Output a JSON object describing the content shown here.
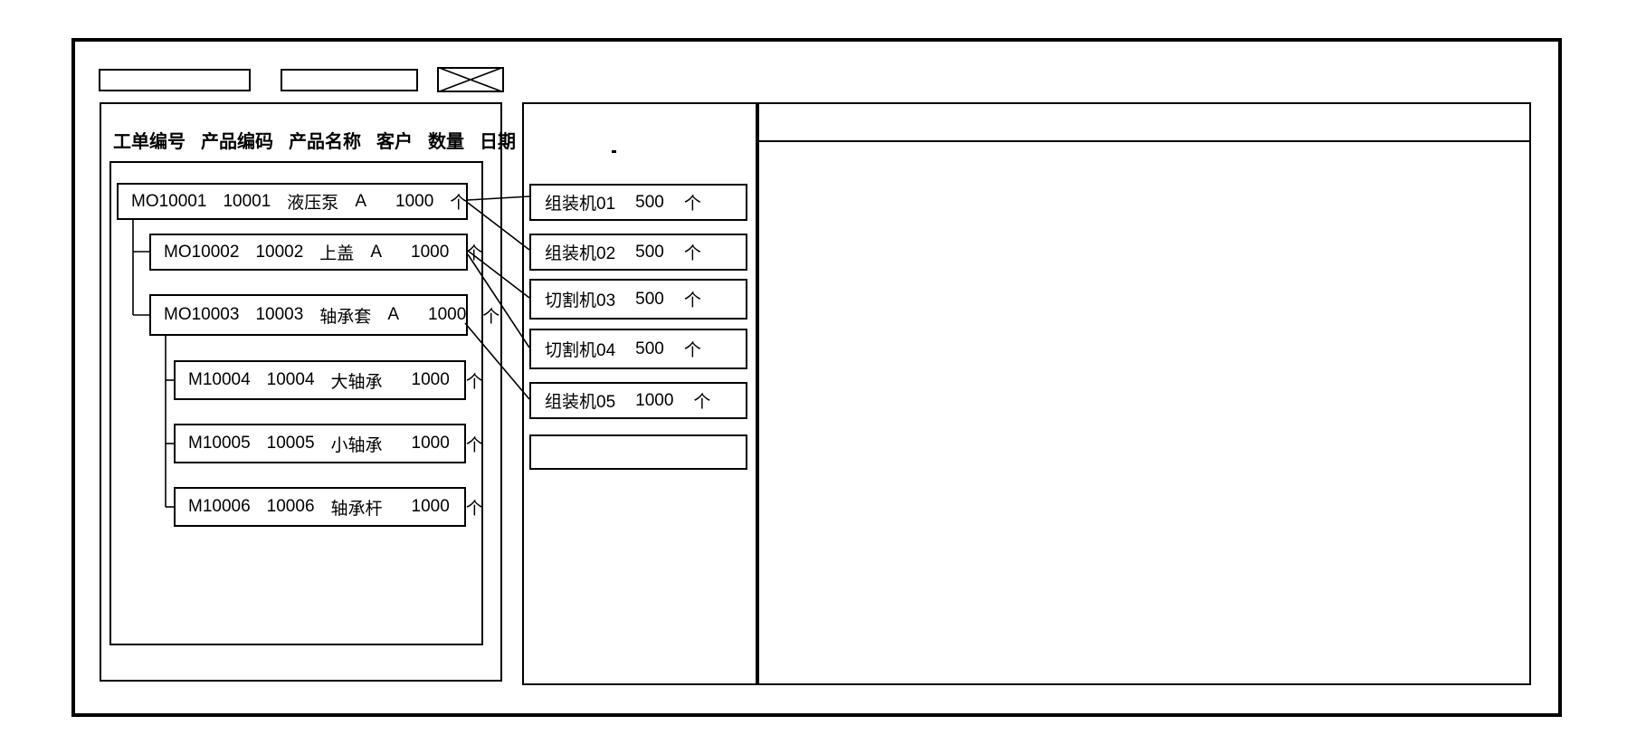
{
  "colors": {
    "line": "#000000",
    "background": "#ffffff"
  },
  "toolbar": {
    "field1": "",
    "field2": "",
    "image_placeholder": "x-box"
  },
  "left_panel": {
    "headers": [
      "工单编号",
      "产品编码",
      "产品名称",
      "客户",
      "数量",
      "日期"
    ],
    "tree": {
      "rows": [
        {
          "level": 1,
          "order": "MO10001",
          "code": "10001",
          "name": "液压泵",
          "customer": "A",
          "qty": "1000",
          "unit": "个"
        },
        {
          "level": 2,
          "order": "MO10002",
          "code": "10002",
          "name": "上盖",
          "customer": "A",
          "qty": "1000",
          "unit": "个"
        },
        {
          "level": 2,
          "order": "MO10003",
          "code": "10003",
          "name": "轴承套",
          "customer": "A",
          "qty": "1000",
          "unit": "个"
        },
        {
          "level": 3,
          "order": "M10004",
          "code": "10004",
          "name": "大轴承",
          "customer": "",
          "qty": "1000",
          "unit": "个"
        },
        {
          "level": 3,
          "order": "M10005",
          "code": "10005",
          "name": "小轴承",
          "customer": "",
          "qty": "1000",
          "unit": "个"
        },
        {
          "level": 3,
          "order": "M10006",
          "code": "10006",
          "name": "轴承杆",
          "customer": "",
          "qty": "1000",
          "unit": "个"
        }
      ]
    }
  },
  "machine_panel": {
    "items": [
      {
        "name": "组装机01",
        "qty": "500",
        "unit": "个"
      },
      {
        "name": "组装机02",
        "qty": "500",
        "unit": "个"
      },
      {
        "name": "切割机03",
        "qty": "500",
        "unit": "个"
      },
      {
        "name": "切割机04",
        "qty": "500",
        "unit": "个"
      },
      {
        "name": "组装机05",
        "qty": "1000",
        "unit": "个"
      },
      {
        "name": "",
        "qty": "",
        "unit": ""
      }
    ]
  },
  "connections": [
    {
      "from": "MO10001",
      "to": "组装机01"
    },
    {
      "from": "MO10001",
      "to": "组装机02"
    },
    {
      "from": "MO10002",
      "to": "切割机03"
    },
    {
      "from": "MO10002",
      "to": "切割机04"
    },
    {
      "from": "MO10003",
      "to": "组装机05"
    }
  ],
  "right_panel": {
    "content": ""
  }
}
